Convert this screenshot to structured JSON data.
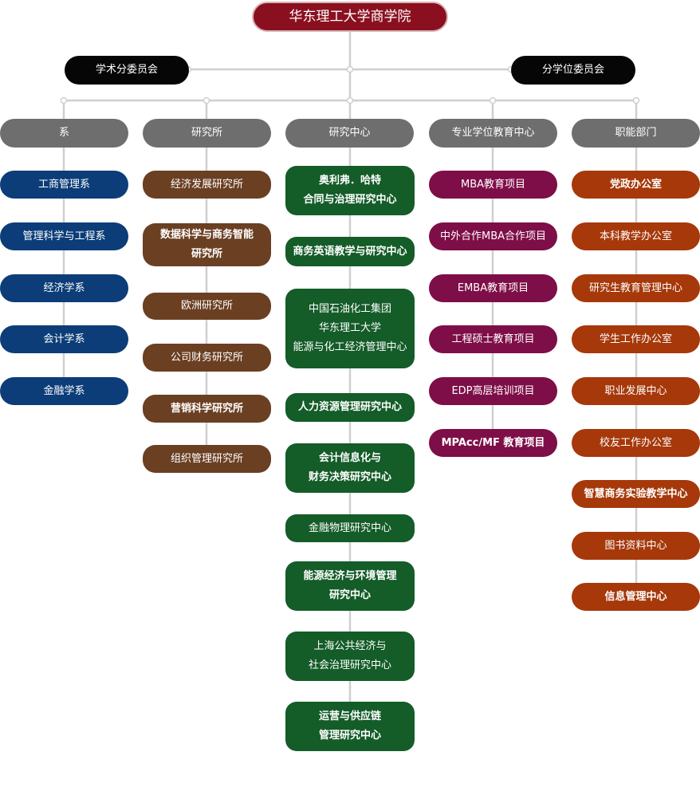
{
  "root": "华东理工大学商学院",
  "committees": {
    "left": "学术分委员会",
    "right": "分学位委员会"
  },
  "columns": [
    {
      "title": "系",
      "items": [
        "工商管理系",
        "管理科学与工程系",
        "经济学系",
        "会计学系",
        "金融学系"
      ]
    },
    {
      "title": "研究所",
      "items": [
        "经济发展研究所",
        "数据科学与商务智能\n研究所",
        "欧洲研究所",
        "公司财务研究所",
        "营销科学研究所",
        "组织管理研究所"
      ]
    },
    {
      "title": "研究中心",
      "items": [
        "奥利弗．哈特\n合同与治理研究中心",
        "商务英语教学与研究中心",
        "中国石油化工集团\n华东理工大学\n能源与化工经济管理中心",
        "人力资源管理研究中心",
        "会计信息化与\n财务决策研究中心",
        "金融物理研究中心",
        "能源经济与环境管理\n研究中心",
        "上海公共经济与\n社会治理研究中心",
        "运营与供应链\n管理研究中心"
      ]
    },
    {
      "title": "专业学位教育中心",
      "items": [
        "MBA教育项目",
        "中外合作MBA合作项目",
        "EMBA教育项目",
        "工程硕士教育项目",
        "EDP高层培训项目",
        "MPAcc/MF 教育项目"
      ]
    },
    {
      "title": "职能部门",
      "items": [
        "党政办公室",
        "本科教学办公室",
        "研究生教育管理中心",
        "学生工作办公室",
        "职业发展中心",
        "校友工作办公室",
        "智慧商务实验教学中心",
        "图书资料中心",
        "信息管理中心"
      ]
    }
  ],
  "colors": {
    "root": "#8a1020",
    "committee": "#060606",
    "category": "#6e6e6e",
    "departments": "#0c3d78",
    "institutes": "#6b3f22",
    "research_centers": "#145c28",
    "professional_degree": "#7e0e47",
    "functional": "#a6380a",
    "connector": "#cccccc"
  }
}
